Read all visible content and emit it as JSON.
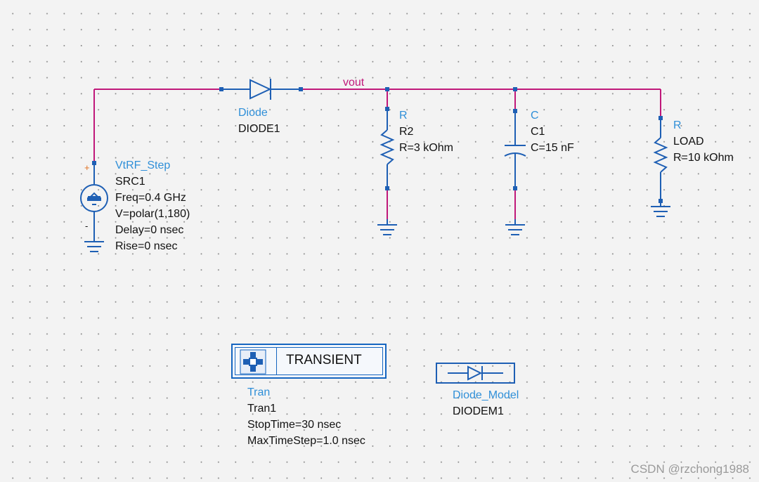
{
  "wire_label": "vout",
  "components": {
    "diode": {
      "type": "Diode",
      "name": "DIODE1"
    },
    "source": {
      "type": "VtRF_Step",
      "name": "SRC1",
      "params": [
        "Freq=0.4 GHz",
        "V=polar(1,180)",
        "Delay=0 nsec",
        "Rise=0 nsec"
      ],
      "plus": "+",
      "minus": "-"
    },
    "r2": {
      "type": "R",
      "name": "R2",
      "param": "R=3 kOhm"
    },
    "c1": {
      "type": "C",
      "name": "C1",
      "param": "C=15 nF"
    },
    "load": {
      "type": "R",
      "name": "LOAD",
      "param": "R=10 kOhm"
    },
    "tran": {
      "box_label": "TRANSIENT",
      "type": "Tran",
      "name": "Tran1",
      "params": [
        "StopTime=30 nsec",
        "MaxTimeStep=1.0 nsec"
      ]
    },
    "diode_model": {
      "type": "Diode_Model",
      "name": "DIODEM1"
    }
  },
  "colors": {
    "wire": "#c0187a",
    "component": "#1e5fb4",
    "label": "#2f8fd8"
  },
  "watermark": "CSDN @rzchong1988"
}
